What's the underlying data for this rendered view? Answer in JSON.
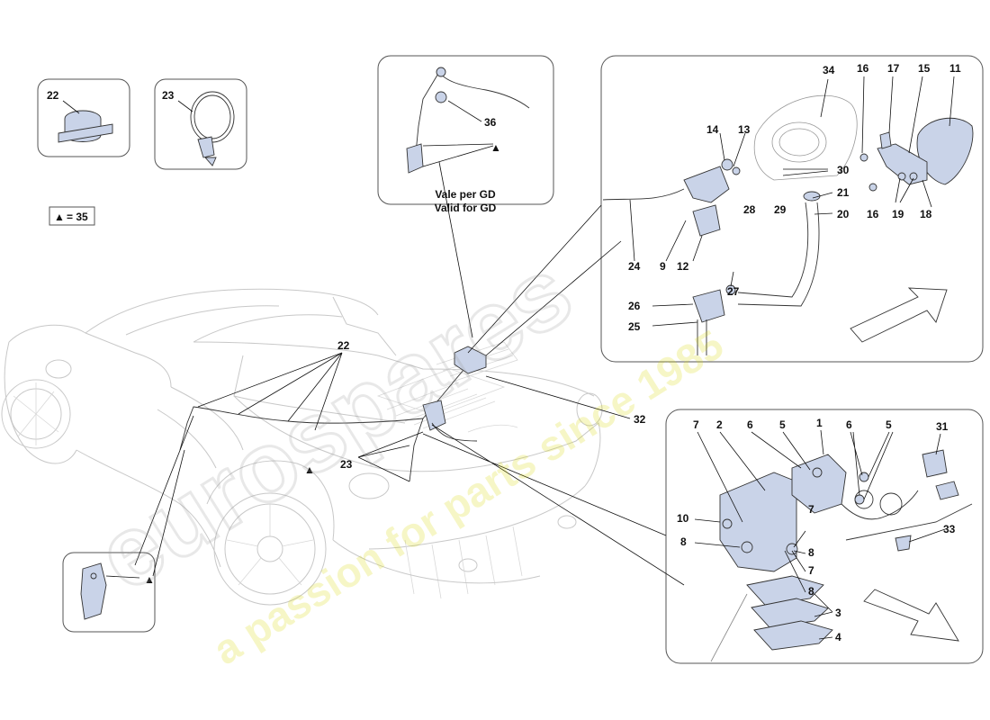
{
  "diagram": {
    "validity_note_line1": "Vale per GD",
    "validity_note_line2": "Valid for GD",
    "legend": {
      "symbol": "▲",
      "text": "= 35"
    },
    "callouts": {
      "c22_box": "22",
      "c23_box": "23",
      "c36": "36",
      "c34": "34",
      "c16a": "16",
      "c17": "17",
      "c15": "15",
      "c11": "11",
      "c14": "14",
      "c13": "13",
      "c30": "30",
      "c21": "21",
      "c20": "20",
      "c28": "28",
      "c29": "29",
      "c16b": "16",
      "c19": "19",
      "c18": "18",
      "c24": "24",
      "c9": "9",
      "c12": "12",
      "c27": "27",
      "c26": "26",
      "c25": "25",
      "c22_car": "22",
      "c23_car": "23",
      "c32": "32",
      "c7a": "7",
      "c2": "2",
      "c6a": "6",
      "c5a": "5",
      "c1": "1",
      "c6b": "6",
      "c5b": "5",
      "c31": "31",
      "c10": "10",
      "c7b": "7",
      "c8a": "8",
      "c8b": "8",
      "c7c": "7",
      "c8c": "8",
      "c3": "3",
      "c4": "4",
      "c33": "33"
    },
    "triangle_marks": [
      "▲",
      "▲",
      "▲",
      "▲"
    ]
  },
  "watermark": {
    "brand": "eurospares",
    "tagline": "a passion for parts since 1985"
  }
}
